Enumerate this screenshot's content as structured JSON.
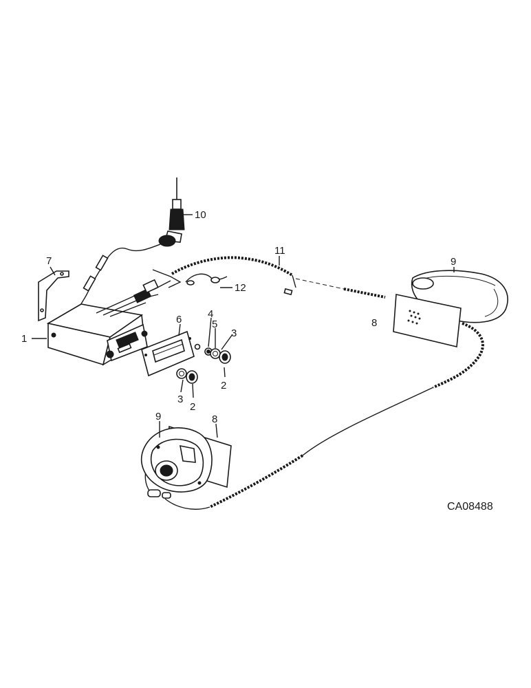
{
  "diagram": {
    "callouts": [
      {
        "id": "c1",
        "text": "1"
      },
      {
        "id": "c2a",
        "text": "2"
      },
      {
        "id": "c2b",
        "text": "2"
      },
      {
        "id": "c3a",
        "text": "3"
      },
      {
        "id": "c3b",
        "text": "3"
      },
      {
        "id": "c4",
        "text": "4"
      },
      {
        "id": "c5",
        "text": "5"
      },
      {
        "id": "c6",
        "text": "6"
      },
      {
        "id": "c7",
        "text": "7"
      },
      {
        "id": "c8a",
        "text": "8"
      },
      {
        "id": "c8b",
        "text": "8"
      },
      {
        "id": "c9a",
        "text": "9"
      },
      {
        "id": "c9b",
        "text": "9"
      },
      {
        "id": "c10",
        "text": "10"
      },
      {
        "id": "c11",
        "text": "11"
      },
      {
        "id": "c12",
        "text": "12"
      }
    ],
    "figure_code": "CA08488"
  }
}
